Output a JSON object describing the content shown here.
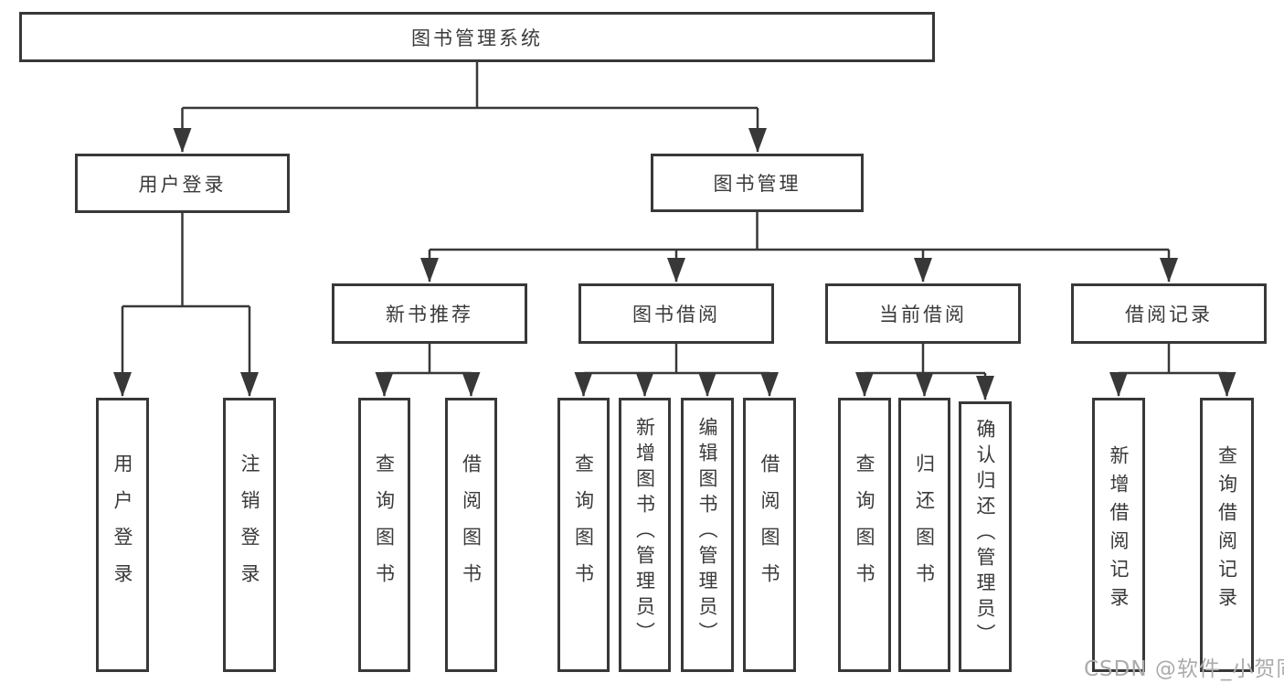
{
  "diagram": {
    "title": "图书管理系统",
    "colors": {
      "line": "#383838",
      "border": "#383838",
      "text": "#3a3a3a",
      "background": "#ffffff",
      "watermark": "#ababab"
    },
    "nodes": {
      "root": {
        "label": "图书管理系统"
      },
      "user_login": {
        "label": "用户登录"
      },
      "book_mgmt": {
        "label": "图书管理"
      },
      "ul_login": {
        "label": "用户登录"
      },
      "ul_logout": {
        "label": "注销登录"
      },
      "new_book_rec": {
        "label": "新书推荐"
      },
      "book_borrow": {
        "label": "图书借阅"
      },
      "current_borrow": {
        "label": "当前借阅"
      },
      "borrow_records": {
        "label": "借阅记录"
      },
      "nbr_query": {
        "label": "查询图书"
      },
      "nbr_borrow": {
        "label": "借阅图书"
      },
      "bb_query": {
        "label": "查询图书"
      },
      "bb_add": {
        "label": "新增图书（管理员）"
      },
      "bb_edit": {
        "label": "编辑图书（管理员）"
      },
      "bb_borrow": {
        "label": "借阅图书"
      },
      "cb_query": {
        "label": "查询图书"
      },
      "cb_return": {
        "label": "归还图书"
      },
      "cb_confirm": {
        "label": "确认归还（管理员）"
      },
      "br_add": {
        "label": "新增借阅记录"
      },
      "br_query": {
        "label": "查询借阅记录"
      }
    },
    "edges": [
      [
        "root",
        "user_login"
      ],
      [
        "root",
        "book_mgmt"
      ],
      [
        "user_login",
        "ul_login"
      ],
      [
        "user_login",
        "ul_logout"
      ],
      [
        "book_mgmt",
        "new_book_rec"
      ],
      [
        "book_mgmt",
        "book_borrow"
      ],
      [
        "book_mgmt",
        "current_borrow"
      ],
      [
        "book_mgmt",
        "borrow_records"
      ],
      [
        "new_book_rec",
        "nbr_query"
      ],
      [
        "new_book_rec",
        "nbr_borrow"
      ],
      [
        "book_borrow",
        "bb_query"
      ],
      [
        "book_borrow",
        "bb_add"
      ],
      [
        "book_borrow",
        "bb_edit"
      ],
      [
        "book_borrow",
        "bb_borrow"
      ],
      [
        "current_borrow",
        "cb_query"
      ],
      [
        "current_borrow",
        "cb_return"
      ],
      [
        "current_borrow",
        "cb_confirm"
      ],
      [
        "borrow_records",
        "br_add"
      ],
      [
        "borrow_records",
        "br_query"
      ]
    ],
    "watermark": "CSDN @软件_小贺同学"
  }
}
